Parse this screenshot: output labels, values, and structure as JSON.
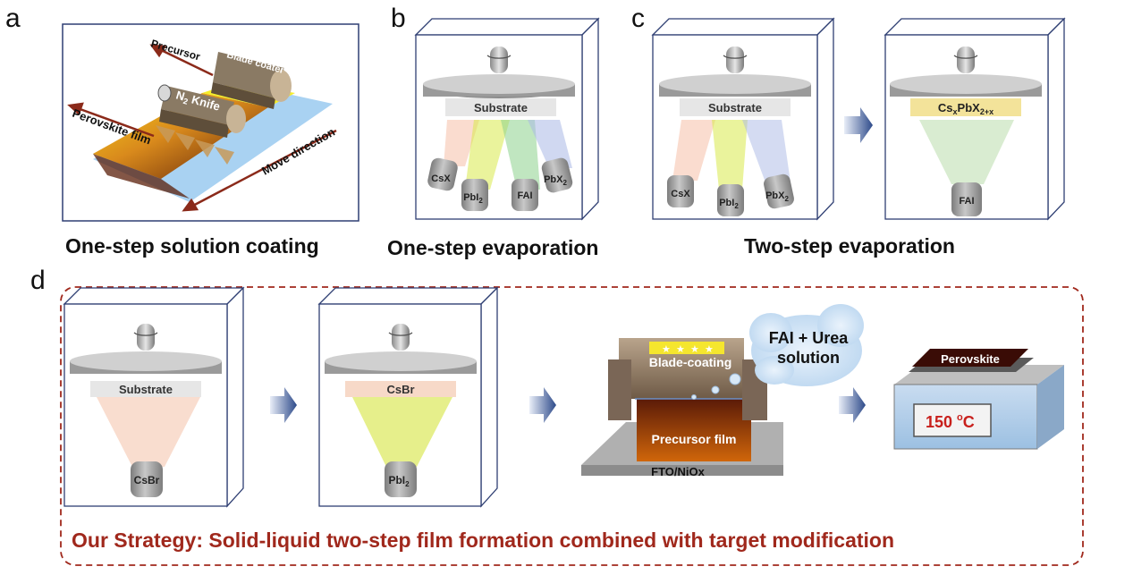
{
  "panel_letters": {
    "a": "a",
    "b": "b",
    "c": "c",
    "d": "d"
  },
  "captions": {
    "a": "One-step solution coating",
    "b": "One-step evaporation",
    "c": "Two-step evaporation"
  },
  "panel_a": {
    "precursor": "Precursor",
    "blade_coater": "Blade coater",
    "n2_knife": "N",
    "n2_knife_sub": "2",
    "n2_knife_rest": " Knife",
    "perovskite_film": "Perovskite film",
    "move_direction": "Move direction"
  },
  "panel_b": {
    "substrate": "Substrate",
    "sources": [
      "CsX",
      "PbI",
      "FAI",
      "PbX"
    ],
    "sub2": "2"
  },
  "panel_c": {
    "substrate": "Substrate",
    "sources": [
      "CsX",
      "PbI",
      "PbX"
    ],
    "sub2": "2",
    "film": "Cs",
    "film_x": "x",
    "film_mid": "PbX",
    "film_sub": "2+x",
    "source2": "FAI"
  },
  "panel_d": {
    "substrate": "Substrate",
    "source1": "CsBr",
    "film2": "CsBr",
    "source2": "PbI",
    "sub2": "2",
    "cloud_line1": "FAI + Urea",
    "cloud_line2": "solution",
    "blade_coating": "Blade-coating",
    "precursor_film": "Precursor film",
    "fto": "FTO/NiOx",
    "perovskite": "Perovskite",
    "temp_value": "150 ",
    "temp_unit_sup": "o",
    "temp_unit": "C",
    "strategy": "Our Strategy: Solid-liquid two-step film formation combined with target modification"
  },
  "colors": {
    "frame": "#2f3f73",
    "strategy_red": "#a0281c",
    "arrow_blue": "#2d4a8a",
    "temp_red": "#c8201c",
    "film_brown": "#7a2e0c"
  }
}
